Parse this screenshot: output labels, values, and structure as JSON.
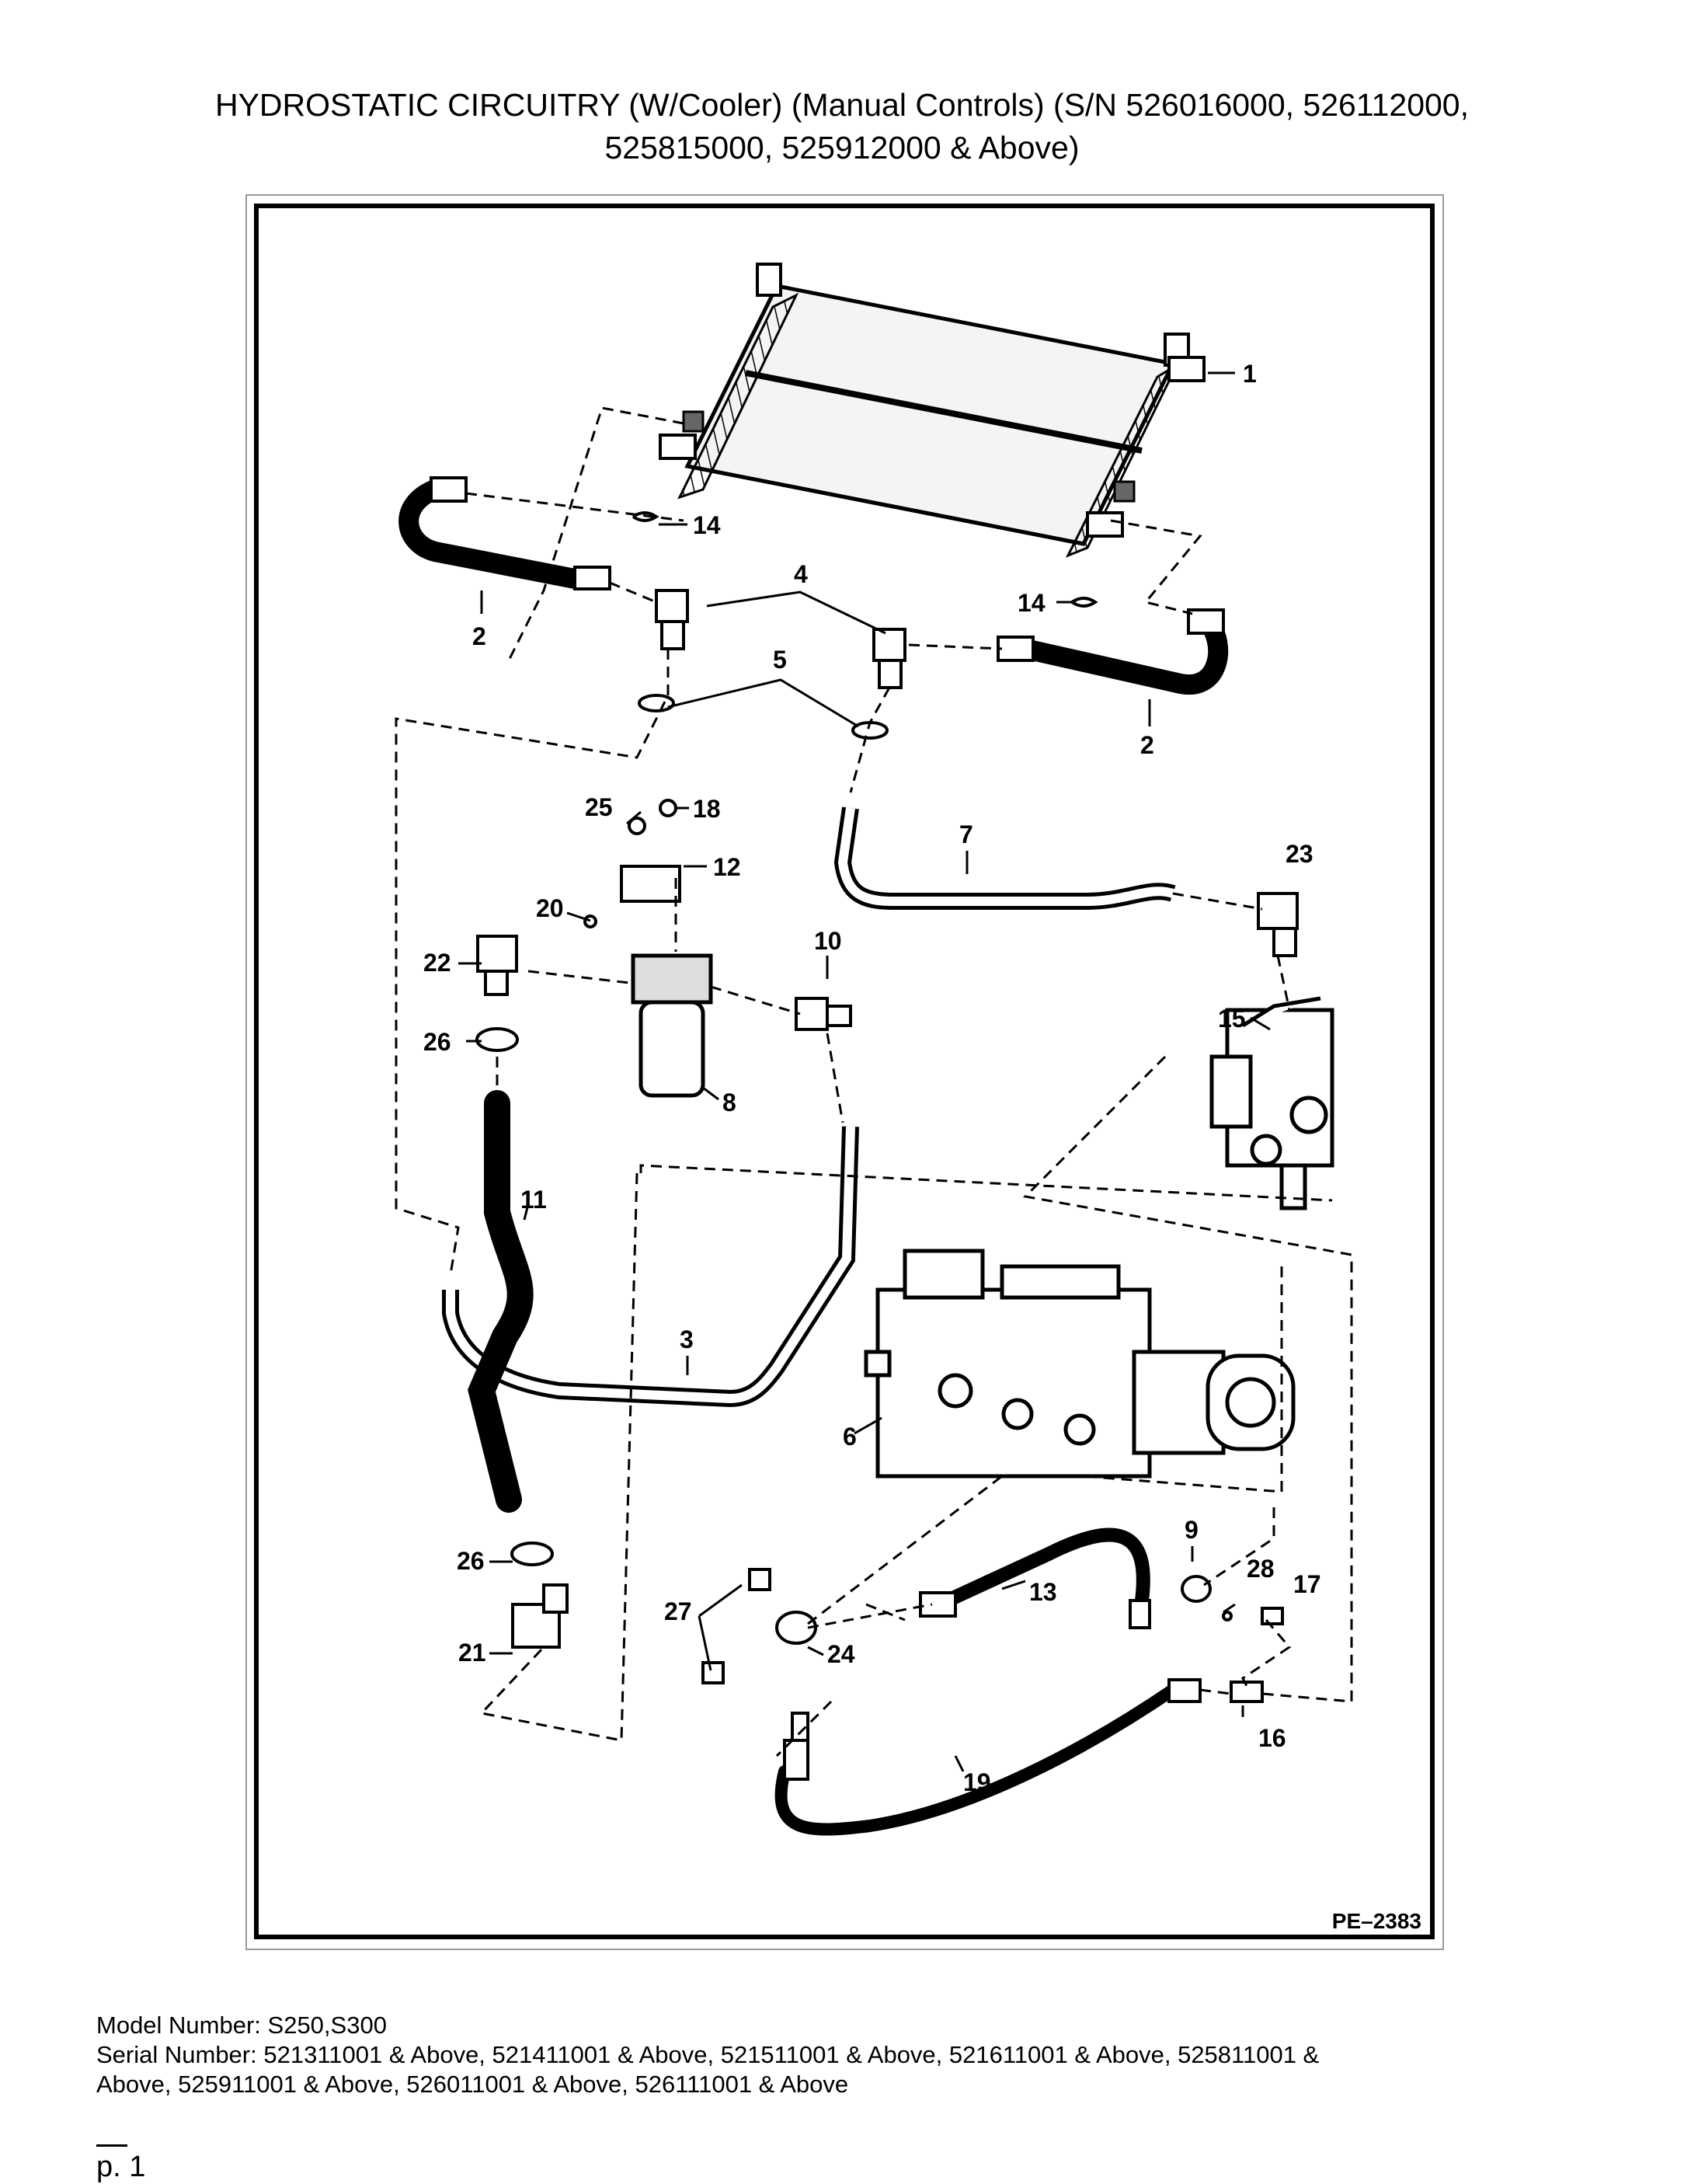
{
  "title": {
    "line1": "HYDROSTATIC CIRCUITRY (W/Cooler) (Manual Controls) (S/N 526016000, 526112000,",
    "line2": "525815000, 525912000 & Above)"
  },
  "diagram": {
    "figure_id": "PE–2383",
    "callouts": [
      "1",
      "2",
      "2",
      "3",
      "4",
      "5",
      "6",
      "7",
      "8",
      "9",
      "10",
      "11",
      "12",
      "13",
      "14",
      "14",
      "15",
      "16",
      "17",
      "18",
      "19",
      "20",
      "21",
      "22",
      "23",
      "24",
      "25",
      "26",
      "26",
      "27",
      "28"
    ]
  },
  "footer": {
    "model": "Model Number: S250,S300",
    "serial_line1": "Serial Number: 521311001 & Above, 521411001 & Above, 521511001 & Above, 521611001 & Above, 525811001 &",
    "serial_line2": "Above, 525911001 & Above, 526011001 & Above, 526111001 & Above",
    "page": "p. 1"
  }
}
